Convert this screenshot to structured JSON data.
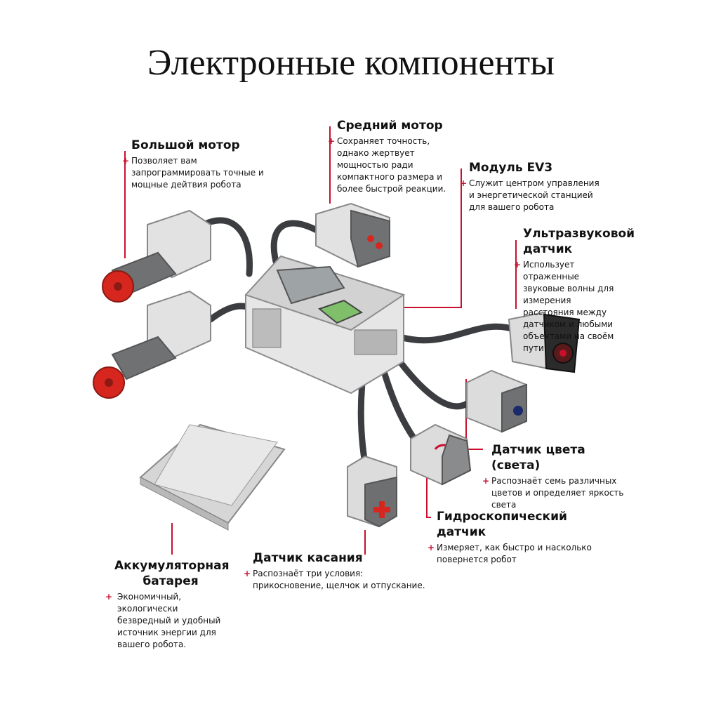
{
  "title": "Электронные компоненты",
  "colors": {
    "accent": "#c8102e",
    "cable": "#3b3d40",
    "plastic_light": "#dcdcdc",
    "plastic_dark": "#6e6f71",
    "hub_red": "#d7261e"
  },
  "icons": {
    "bullet": "plus-icon"
  },
  "labels": {
    "large_motor": {
      "title": "Большой мотор",
      "desc": "Позволяет вам запрограммировать точные и мощные дейтвия робота"
    },
    "medium_motor": {
      "title": "Средний мотор",
      "desc": "Сохраняет точность, однако жертвует мощностью ради компактного размера и более быстрой реакции."
    },
    "ev3_module": {
      "title": "Модуль EV3",
      "desc": "Служит центром управления и энергетической станцией для вашего робота"
    },
    "ultrasonic": {
      "title": "Ультразвуковой датчик",
      "desc": "Использует отраженные звуковые волны для измерения расстояния между датчиком и любыми объектами на своём пути"
    },
    "color_sensor": {
      "title": "Датчик цвета (света)",
      "desc": "Распознаёт семь различных цветов и определяет яркость света"
    },
    "gyro_sensor": {
      "title": "Гидроскопический датчик",
      "desc": "Измеряет, как быстро и насколько повернется робот"
    },
    "touch_sensor": {
      "title": "Датчик касания",
      "desc": "Распознаёт три условия: прикосновение, щелчок и отпускание."
    },
    "battery": {
      "title": "Аккумуляторная батарея",
      "desc": "Экономичный, экологически безвредный и удобный источник энергии для вашего робота."
    }
  }
}
